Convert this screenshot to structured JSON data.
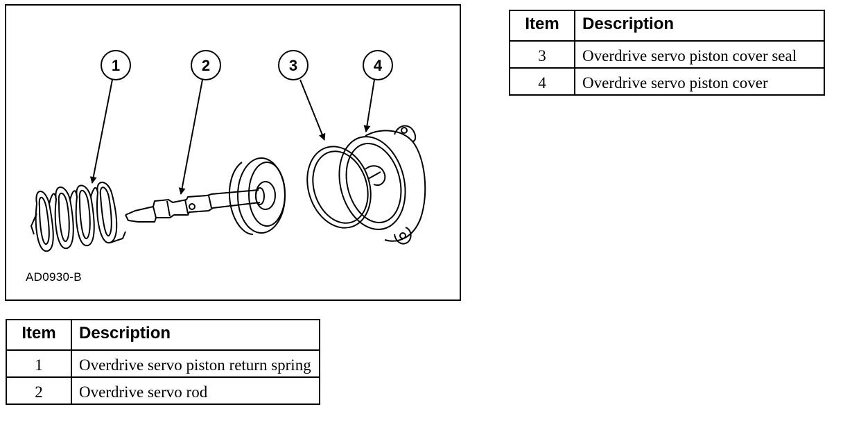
{
  "figure": {
    "code": "AD0930-B",
    "callouts": [
      "1",
      "2",
      "3",
      "4"
    ]
  },
  "table_top": {
    "headers": {
      "item": "Item",
      "description": "Description"
    },
    "rows": [
      {
        "item": "3",
        "description": "Overdrive servo piston cover seal"
      },
      {
        "item": "4",
        "description": "Overdrive servo piston cover"
      }
    ]
  },
  "table_bottom": {
    "headers": {
      "item": "Item",
      "description": "Description"
    },
    "rows": [
      {
        "item": "1",
        "description": "Overdrive servo piston return spring"
      },
      {
        "item": "2",
        "description": "Overdrive servo rod"
      }
    ]
  }
}
